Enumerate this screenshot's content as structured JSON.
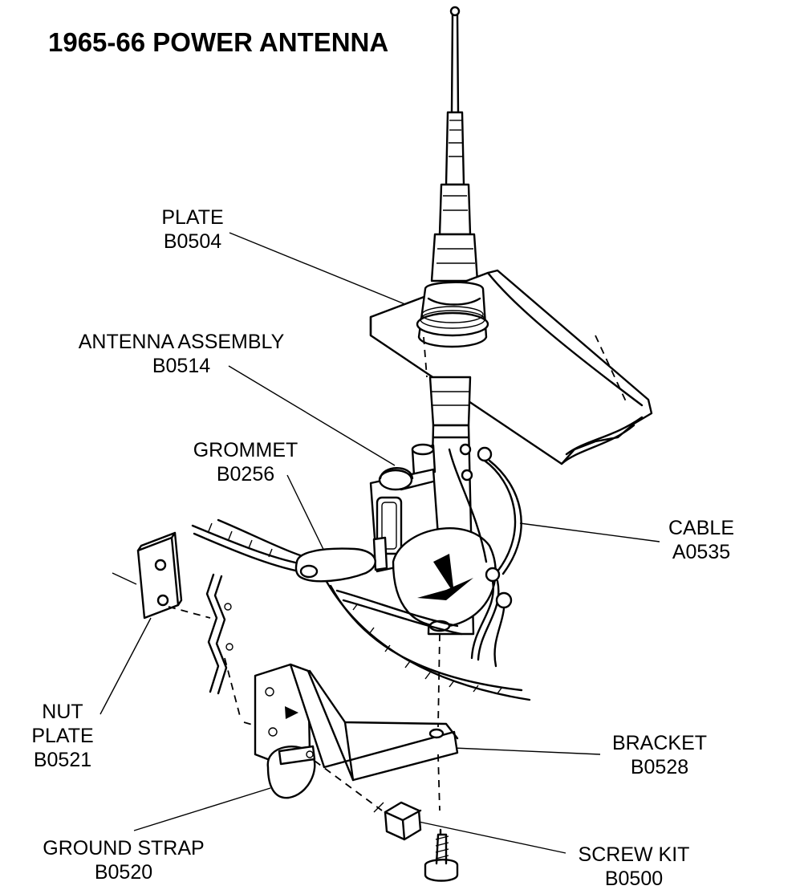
{
  "title": "1965-66 POWER ANTENNA",
  "parts": {
    "plate": {
      "name": "PLATE",
      "code": "B0504"
    },
    "antenna_assembly": {
      "name": "ANTENNA ASSEMBLY",
      "code": "B0514"
    },
    "grommet": {
      "name": "GROMMET",
      "code": "B0256"
    },
    "cable": {
      "name": "CABLE",
      "code": "A0535"
    },
    "nut_plate": {
      "name_line1": "NUT",
      "name_line2": "PLATE",
      "code": "B0521"
    },
    "bracket": {
      "name": "BRACKET",
      "code": "B0528"
    },
    "ground_strap": {
      "name": "GROUND STRAP",
      "code": "B0520"
    },
    "screw_kit": {
      "name": "SCREW KIT",
      "code": "B0500"
    }
  }
}
